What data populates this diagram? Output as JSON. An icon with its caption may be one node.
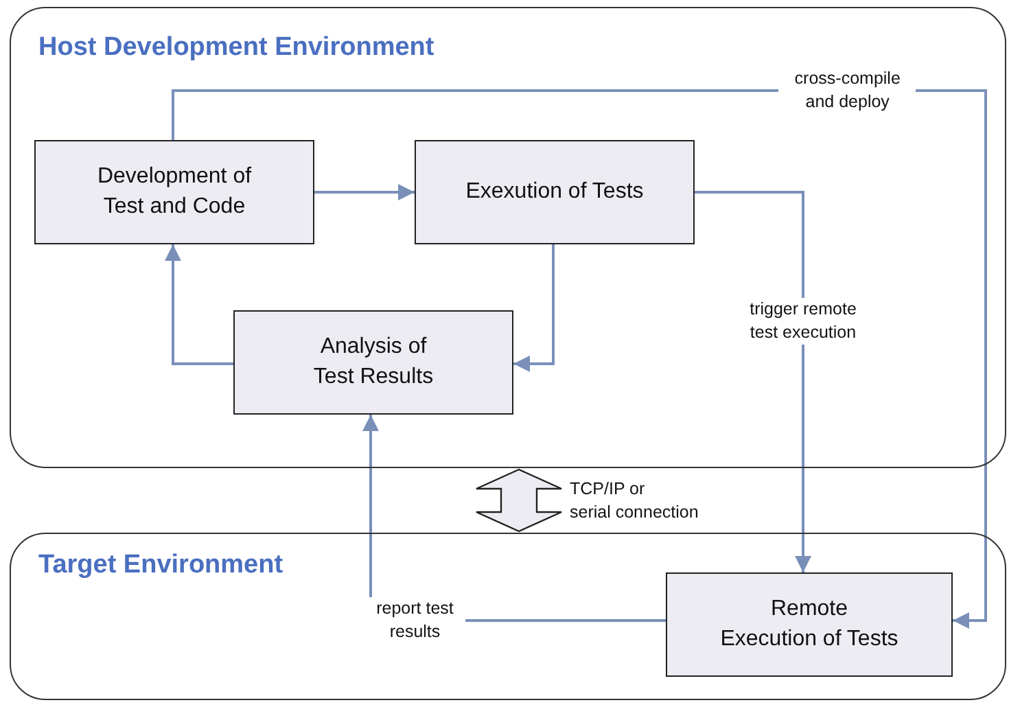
{
  "diagram": {
    "nodes": [
      {
        "text": [
          "Host Development Environment"
        ]
      },
      {
        "text": [
          "Development of Test and Code"
        ],
        "in": 0
      },
      {
        "text": [
          "Exexution of Tests"
        ],
        "in": 0
      },
      {
        "text": [
          "Analysis of Test Results"
        ],
        "in": 0
      },
      {
        "text": [
          "Target Environment"
        ]
      },
      {
        "text": [
          "Remote Execution of Tests"
        ],
        "in": 4
      }
    ],
    "edges": [
      {
        "from": 1,
        "to": 2,
        "arrow": "to"
      },
      {
        "from": 2,
        "to": 3,
        "arrow": "to"
      },
      {
        "from": 3,
        "to": 1,
        "arrow": "to"
      },
      {
        "from": 1,
        "to": 5,
        "arrow": "to",
        "label": "cross-compile and deploy"
      },
      {
        "from": 2,
        "to": 5,
        "arrow": "to",
        "label": "trigger remote test execution"
      },
      {
        "from": 5,
        "to": 3,
        "arrow": "to",
        "label": "report test results"
      },
      {
        "from": 0,
        "to": 4,
        "arrow": "both",
        "label": "TCP/IP or serial connection",
        "style": "thick"
      }
    ]
  }
}
